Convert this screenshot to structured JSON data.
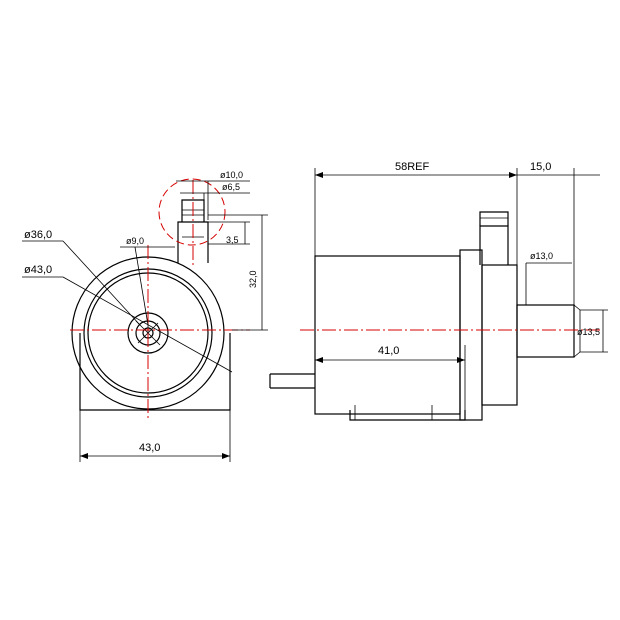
{
  "dimensions": {
    "dia_36": "ø36,0",
    "dia_43": "ø43,0",
    "dia_9": "ø9,0",
    "dia_10": "ø10,0",
    "dia_6_5": "ø6,5",
    "len_3_5": "3,5",
    "height_32": "32,0",
    "width_43": "43,0",
    "length_58ref": "58REF",
    "length_15": "15,0",
    "dia_13": "ø13,0",
    "dia_13_5": "ø13,5",
    "length_41": "41,0"
  }
}
